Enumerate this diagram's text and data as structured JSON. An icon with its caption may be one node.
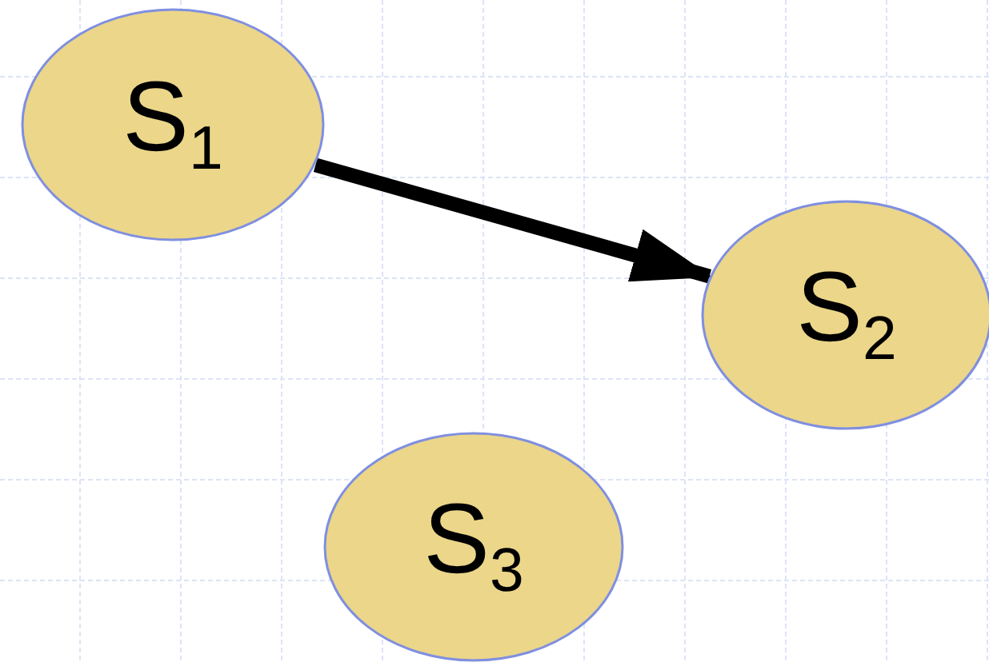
{
  "diagram": {
    "nodes": [
      {
        "text": [
          "S$_{1}$"
        ]
      },
      {
        "text": [
          "S$_{2}$"
        ]
      },
      {
        "text": [
          "S$_{3}$"
        ]
      }
    ],
    "edges": [
      {
        "from": 0,
        "to": 1,
        "arrow": "to"
      }
    ]
  }
}
